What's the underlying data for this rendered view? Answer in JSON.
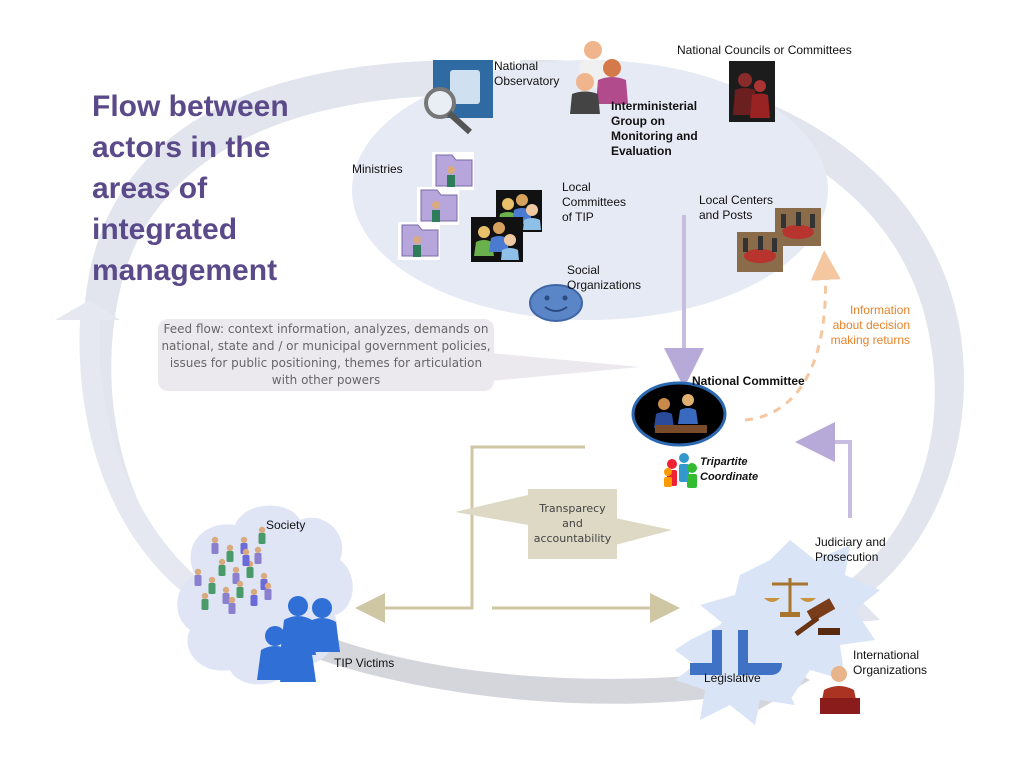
{
  "title": "Flow between actors in the areas of integrated management",
  "labels": {
    "national_observatory": "National\nObservatory",
    "national_councils": "National Councils or Committees",
    "interministerial": "Interministerial\nGroup on\nMonitoring and\nEvaluation",
    "ministries": "Ministries",
    "local_committees": "Local\nCommittees\nof  TIP",
    "local_centers": "Local Centers\nand Posts",
    "social_organizations": "Social\nOrganizations",
    "national_committee": "National Committee",
    "tripartite": "Tripartite\nCoordinate",
    "society": "Society",
    "tip_victims": "TIP Victims",
    "judiciary": "Judiciary and\nProsecution",
    "international": "International\nOrganizations",
    "legislative": "Legislative"
  },
  "feed_flow": "Feed flow: context information, analyzes, demands on national, state and / or municipal government policies, issues for public positioning, themes for articulation with other powers",
  "transparency": "Transparecy\nand\naccountability",
  "information_returns": "Information\nabout decision\nmaking returns",
  "colors": {
    "title": "#5b4a8a",
    "ellipse": "#e6eaf5",
    "big_arrow": "#dcdde8",
    "cloud": "#e3e8f6",
    "info_text": "#e8832a",
    "purple_arrow": "#c7bde0",
    "tan_arrow": "#cfc6a4"
  }
}
